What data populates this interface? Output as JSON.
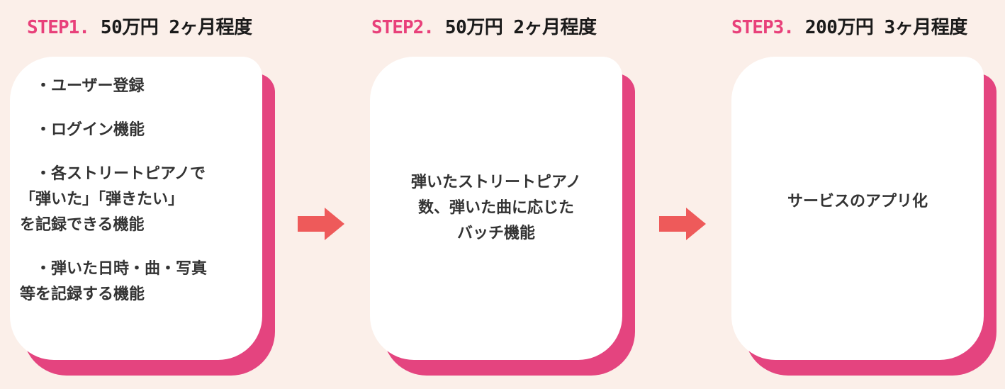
{
  "steps": [
    {
      "label": "STEP1.",
      "detail": "50万円 2ヶ月程度",
      "items": [
        {
          "lines": [
            "・ユーザー登録"
          ]
        },
        {
          "lines": [
            "・ログイン機能"
          ]
        },
        {
          "lines": [
            "・各ストリートピアノで",
            "「弾いた」「弾きたい」",
            "を記録できる機能"
          ]
        },
        {
          "lines": [
            "・弾いた日時・曲・写真",
            "等を記録する機能"
          ]
        }
      ]
    },
    {
      "label": "STEP2.",
      "detail": "50万円 2ヶ月程度",
      "lines": [
        "弾いたストリートピアノ",
        "数、弾いた曲に応じた",
        "バッチ機能"
      ]
    },
    {
      "label": "STEP3.",
      "detail": "200万円 3ヶ月程度",
      "lines": [
        "サービスのアプリ化"
      ]
    }
  ],
  "colors": {
    "background": "#fbefe9",
    "accent": "#e8407a",
    "card_shadow": "#e4447f",
    "arrow": "#ee5a5a",
    "card": "#ffffff",
    "text": "#333333"
  },
  "icons": {
    "arrow": "right-arrow-icon"
  }
}
